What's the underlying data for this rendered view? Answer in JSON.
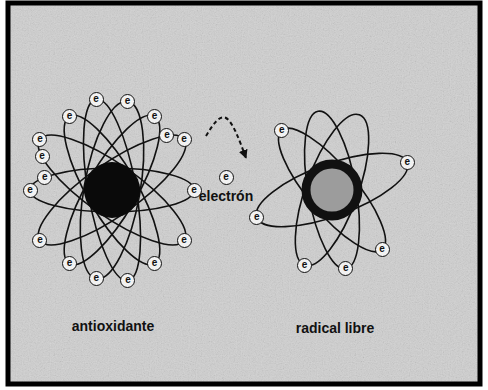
{
  "diagram": {
    "nodes": [
      {
        "text": [
          "antioxidante"
        ]
      },
      {
        "text": [
          "e",
          "electrón"
        ]
      },
      {
        "text": [
          "radical libre"
        ]
      }
    ],
    "edges": [
      {
        "from": 0,
        "to": 2,
        "arrow": "to"
      }
    ],
    "labels": [
      "e",
      "e",
      "e",
      "e",
      "e",
      "e",
      "e",
      "e",
      "e",
      "e",
      "e",
      "e",
      "e",
      "e",
      "e",
      "e",
      "e",
      "e",
      "e",
      "e",
      "e",
      "e",
      "e"
    ]
  }
}
